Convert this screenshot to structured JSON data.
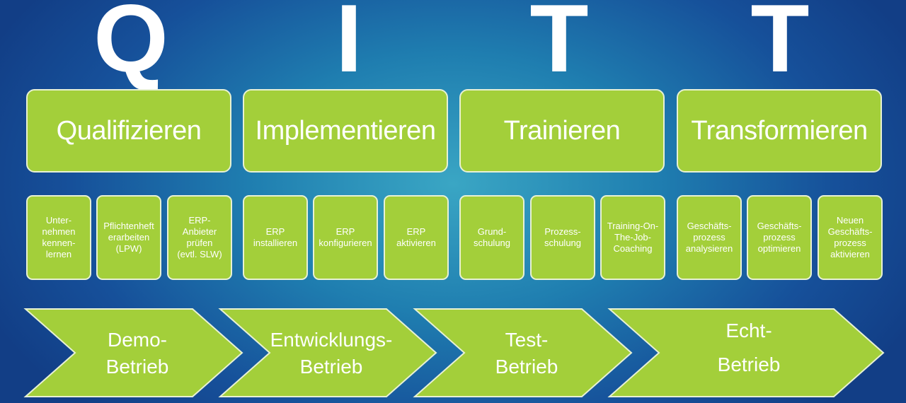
{
  "letters": [
    "Q",
    "I",
    "T",
    "T"
  ],
  "phases": [
    "Qualifizieren",
    "Implementieren",
    "Trainieren",
    "Transformieren"
  ],
  "steps": [
    "Unter-\nnehmen\nkennen-\nlernen",
    "Pflichtenheft\nerarbeiten\n(LPW)",
    "ERP-\nAnbieter\nprüfen\n(evtl. SLW)",
    "ERP\ninstallieren",
    "ERP\nkonfigurieren",
    "ERP\naktivieren",
    "Grund-\nschulung",
    "Prozess-\nschulung",
    "Training-On-\nThe-Job-\nCoaching",
    "Geschäfts-\nprozess\nanalysieren",
    "Geschäfts-\nprozess\noptimieren",
    "Neuen\nGeschäfts-\nprozess\naktivieren"
  ],
  "operations": [
    "Demo-\nBetrieb",
    "Entwicklungs-\nBetrieb",
    "Test-\nBetrieb",
    "Echt-\n\nBetrieb"
  ],
  "colors": {
    "box_fill": "#a3cf3a",
    "box_border": "#e8f1d4",
    "text": "#ffffff"
  }
}
